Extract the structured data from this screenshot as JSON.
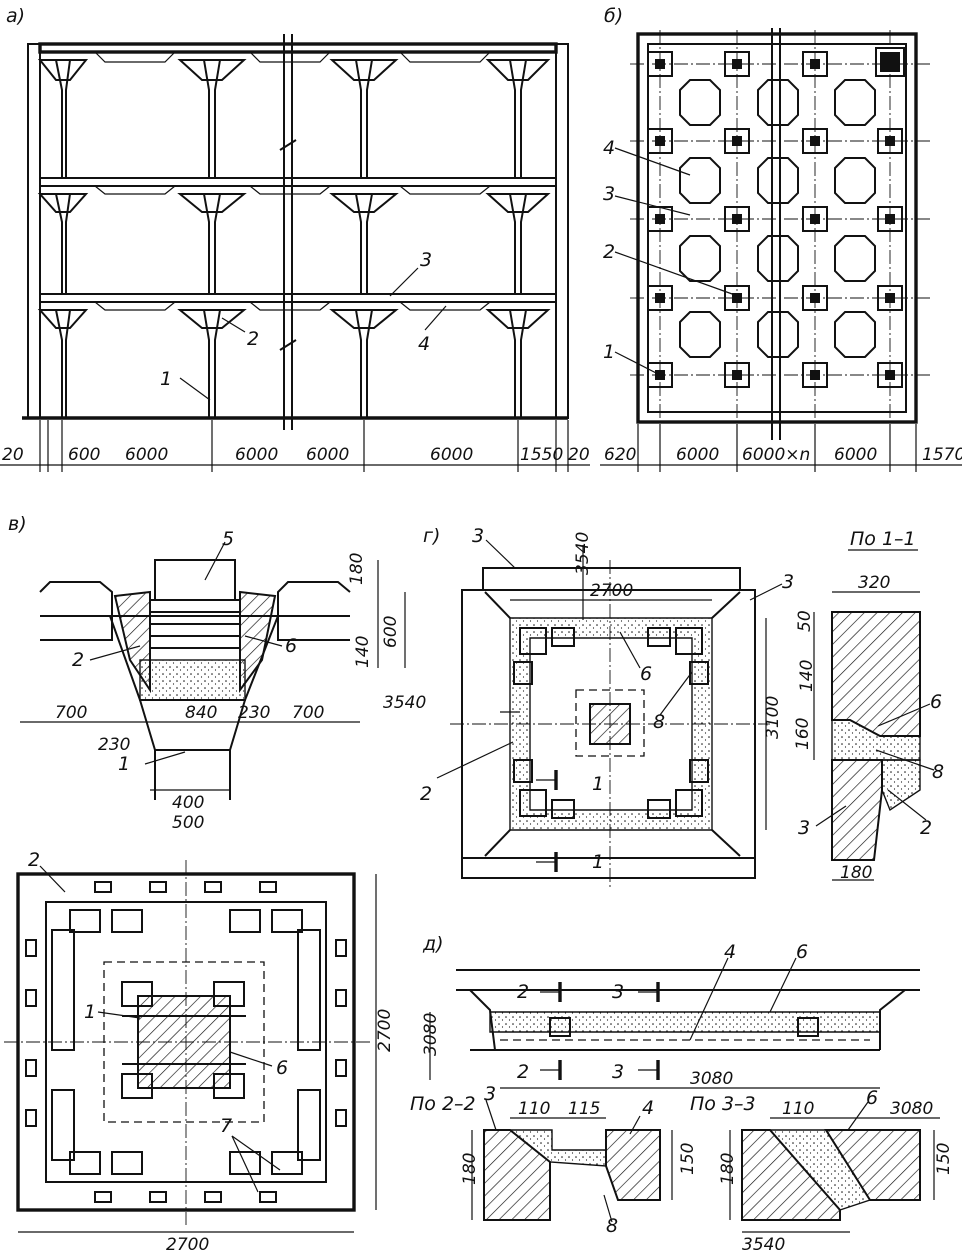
{
  "panels": {
    "a": {
      "label": "а)",
      "callouts": [
        "1",
        "2",
        "3",
        "4"
      ],
      "dims": [
        "20",
        "600",
        "6000",
        "6000",
        "6000",
        "6000",
        "1550",
        "20"
      ]
    },
    "b": {
      "label": "б)",
      "callouts": [
        "1",
        "2",
        "3",
        "4"
      ],
      "dims": [
        "620",
        "6000",
        "6000×n",
        "6000",
        "1570"
      ]
    },
    "v": {
      "label": "в)",
      "callouts": [
        "5",
        "2",
        "6",
        "1",
        "2",
        "1",
        "6",
        "7"
      ],
      "dims": [
        "180",
        "600",
        "140",
        "700",
        "840",
        "230",
        "700",
        "230",
        "400",
        "500",
        "2700",
        "2700"
      ]
    },
    "g": {
      "label": "г)",
      "callouts": [
        "3",
        "3",
        "6",
        "8",
        "2",
        "1",
        "1"
      ],
      "dims": [
        "3540",
        "2700",
        "3540",
        "3100"
      ]
    },
    "section11": {
      "title": "По 1–1",
      "callouts": [
        "6",
        "8",
        "3",
        "2"
      ],
      "dims": [
        "320",
        "50",
        "140",
        "160",
        "180"
      ]
    },
    "d": {
      "label": "д)",
      "callouts": [
        "4",
        "6",
        "2",
        "3",
        "2",
        "3"
      ],
      "dims": [
        "3080",
        "3080"
      ]
    },
    "section22": {
      "title": "По 2–2",
      "callouts": [
        "3",
        "4",
        "8"
      ],
      "dims": [
        "110",
        "115",
        "180",
        "150"
      ]
    },
    "section33": {
      "title": "По 3–3",
      "callouts": [
        "6"
      ],
      "dims": [
        "110",
        "3080",
        "180",
        "150",
        "3540"
      ]
    }
  }
}
